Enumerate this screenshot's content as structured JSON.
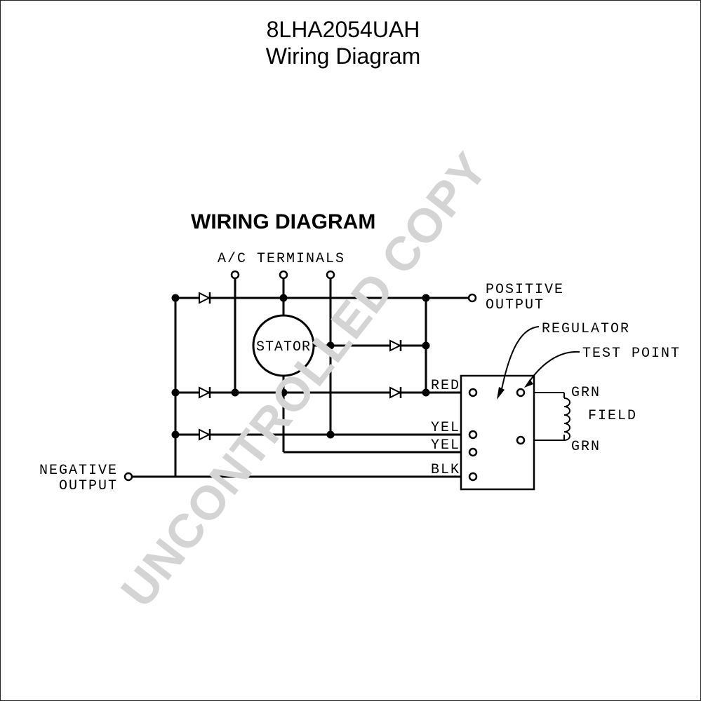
{
  "header": {
    "model": "8LHA2054UAH",
    "subtitle": "Wiring Diagram"
  },
  "diagram": {
    "heading": "WIRING DIAGRAM",
    "ac_terminals_label": "A/C TERMINALS",
    "stator_label": "STATOR",
    "positive_output_line1": "POSITIVE",
    "positive_output_line2": "OUTPUT",
    "negative_output_line1": "NEGATIVE",
    "negative_output_line2": "OUTPUT",
    "regulator_label": "REGULATOR",
    "test_point_label": "TEST POINT",
    "field_label": "FIELD",
    "wire_red": "RED",
    "wire_yel_1": "YEL",
    "wire_yel_2": "YEL",
    "wire_blk": "BLK",
    "wire_grn_top": "GRN",
    "wire_grn_bottom": "GRN"
  },
  "watermark": "UNCONTROLLED COPY"
}
